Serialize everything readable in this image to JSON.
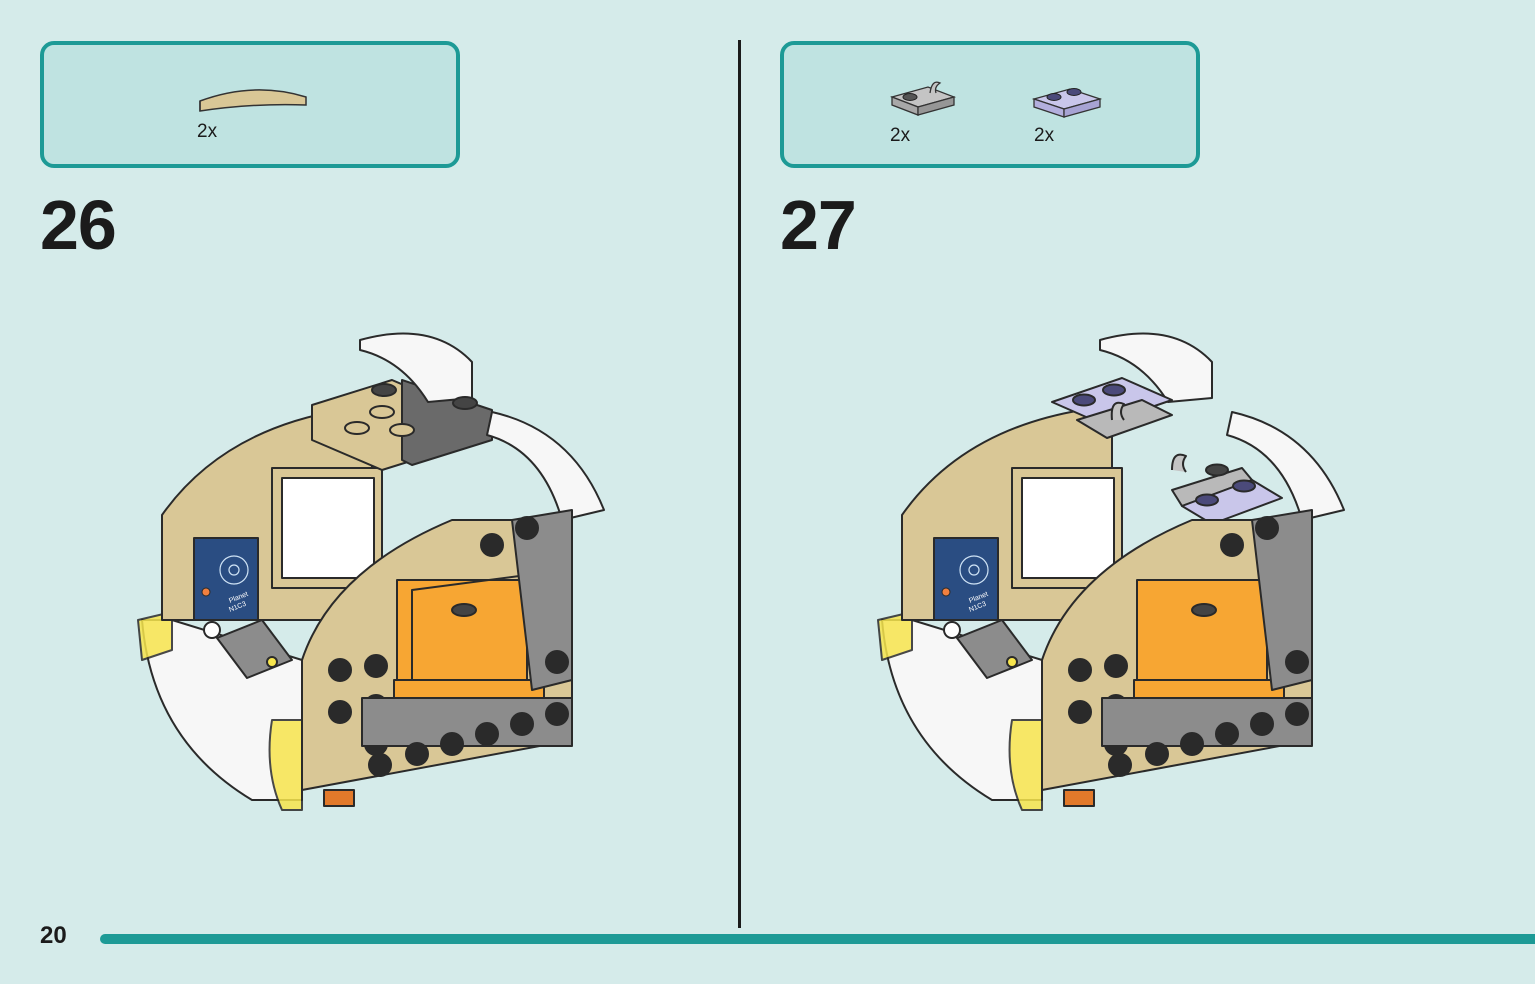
{
  "steps": [
    {
      "number": "26",
      "parts": [
        {
          "name": "tan curved slope 1x4",
          "qty": "2x"
        }
      ]
    },
    {
      "number": "27",
      "parts": [
        {
          "name": "light gray plate 1x2 with clip",
          "qty": "2x"
        },
        {
          "name": "transparent lavender plate 1x2",
          "qty": "2x"
        }
      ]
    }
  ],
  "poster": {
    "line1": "Planet",
    "line2": "N1C3"
  },
  "page_number": "20",
  "colors": {
    "background": "#d5ebea",
    "parts_box": "#bfe3e1",
    "accent_teal": "#1d9a96",
    "tan": "#d9c796",
    "orange": "#f7a633",
    "gray": "#8c8c8c",
    "lavender": "#c9c6ea",
    "trans_yellow": "#f7e54d"
  }
}
